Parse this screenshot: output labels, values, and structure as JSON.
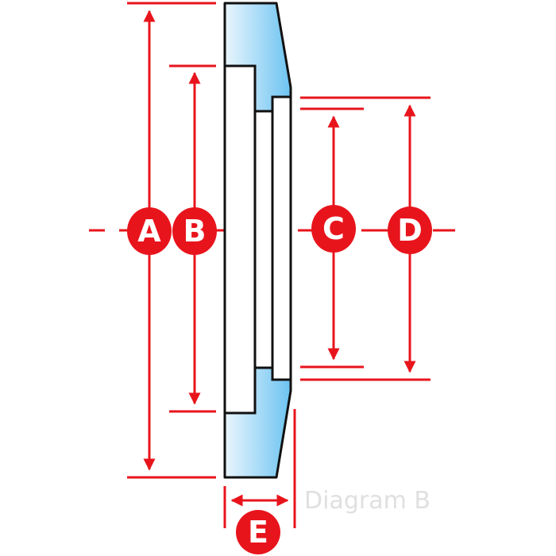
{
  "diagram": {
    "caption": "Diagram B",
    "colors": {
      "dimension": "#e8141c",
      "outline": "#111111",
      "fill_light": "#eaf6fd",
      "fill_dark": "#6cc3f1",
      "bore": "#ffffff",
      "caption": "#e0e0e0"
    },
    "dimensions": [
      {
        "label": "A"
      },
      {
        "label": "B"
      },
      {
        "label": "C"
      },
      {
        "label": "D"
      },
      {
        "label": "E"
      }
    ]
  }
}
